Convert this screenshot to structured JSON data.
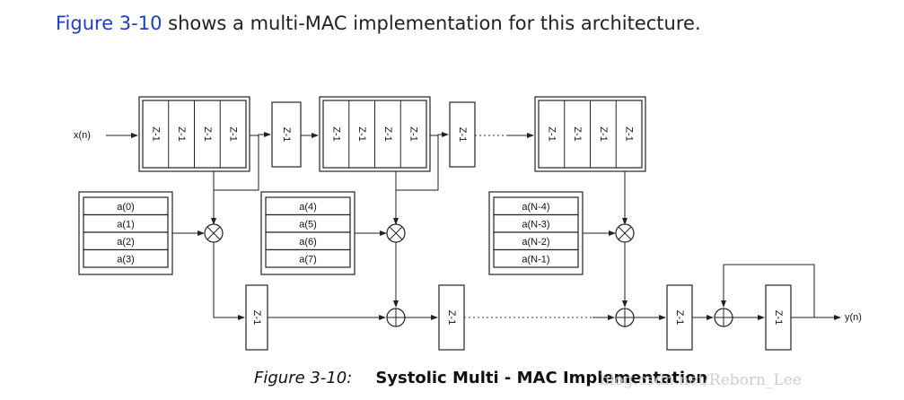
{
  "intro": {
    "link_text": "Figure 3-10",
    "rest_text": " shows a multi-MAC implementation for this architecture."
  },
  "diagram": {
    "input_label": "x(n)",
    "output_label": "y(n)",
    "delay_label": "Z-1",
    "coefficient_groups": [
      [
        "a(0)",
        "a(1)",
        "a(2)",
        "a(3)"
      ],
      [
        "a(4)",
        "a(5)",
        "a(6)",
        "a(7)"
      ],
      [
        "a(N-4)",
        "a(N-3)",
        "a(N-2)",
        "a(N-1)"
      ]
    ]
  },
  "caption": {
    "number": "Figure 3-10:",
    "title": "Systolic Multi - MAC Implementation"
  },
  "watermark": "blog.csdn.net/Reborn_Lee",
  "colors": {
    "link": "#1f3fbf",
    "line": "#222222"
  }
}
